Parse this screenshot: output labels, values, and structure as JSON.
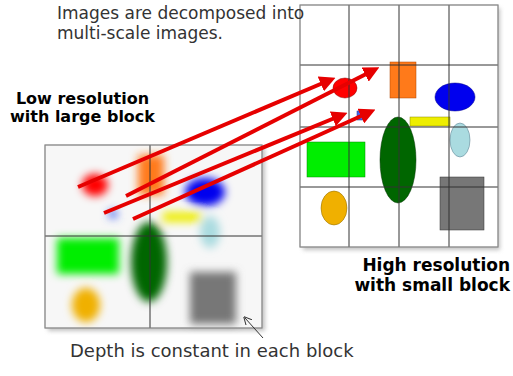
{
  "diagram": {
    "labels": [
      "Images are decomposed into multi-scale images.",
      "Low resolution with large block",
      "High resolution with small block",
      "Depth is constant in each block"
    ]
  }
}
